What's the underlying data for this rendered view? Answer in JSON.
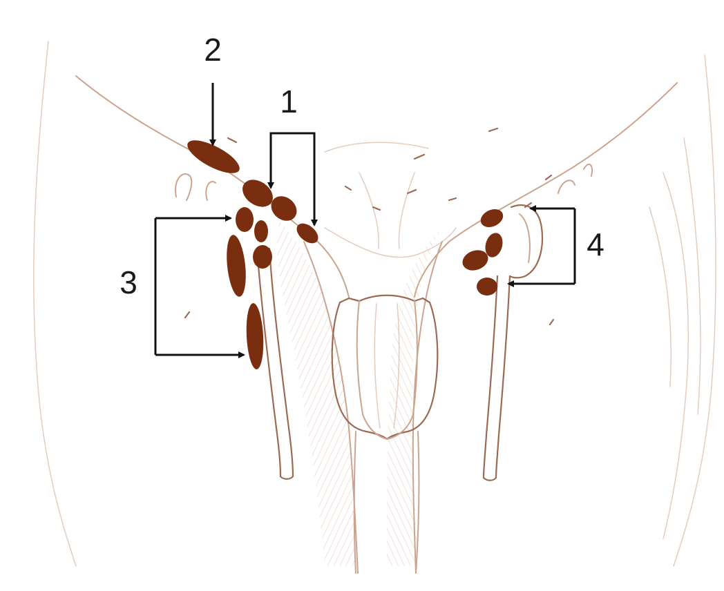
{
  "callouts": [
    {
      "id": "1",
      "label": "1"
    },
    {
      "id": "2",
      "label": "2"
    },
    {
      "id": "3",
      "label": "3"
    },
    {
      "id": "4",
      "label": "4"
    }
  ],
  "colors": {
    "lymph_node": "#7a2e10",
    "sketch_line": "#c9a48e",
    "callout_arrow": "#111111"
  }
}
